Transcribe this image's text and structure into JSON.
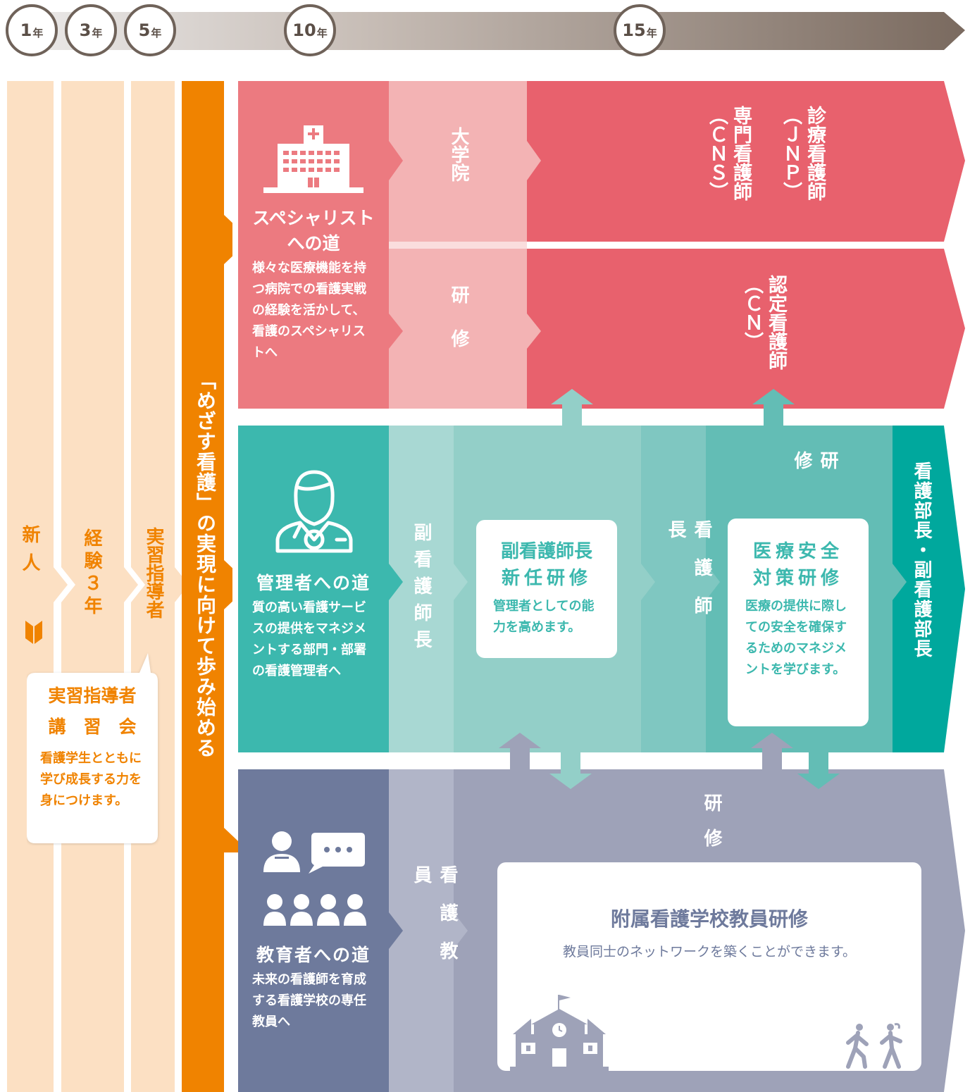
{
  "timeline": {
    "years": [
      {
        "num": "1",
        "unit": "年"
      },
      {
        "num": "3",
        "unit": "年"
      },
      {
        "num": "5",
        "unit": "年"
      },
      {
        "num": "10",
        "unit": "年"
      },
      {
        "num": "15",
        "unit": "年"
      }
    ]
  },
  "stages": {
    "newcomer": "新人",
    "experience": "経験３年",
    "instructor": "実習指導者"
  },
  "instructor_course": {
    "title": "実習指導者",
    "subtitle": "講　習　会",
    "desc": "看護学生とともに学び成長する力を身につけます。"
  },
  "goal_banner": "「めざす看護」の実現に向けて歩み始める",
  "specialist": {
    "title_line1": "スペシャリスト",
    "title_line2": "への道",
    "desc": "様々な医療機能を持つ病院での看護実戦の経験を活かして、看護のスペシャリストへ",
    "grad_school": "大学院",
    "training": "研修",
    "jnp": "診療看護師（ＪＮＰ）",
    "cns": "専門看護師（ＣＮＳ）",
    "cn": "認定看護師（ＣＮ）"
  },
  "manager": {
    "title": "管理者への道",
    "desc": "質の高い看護サービスの提供をマネジメントする部門・部署の看護管理者へ",
    "asst_head_nurse": "副看護師長",
    "course1_title_line1": "副看護師長",
    "course1_title_line2": "新任研修",
    "course1_desc": "管理者としての能力を高めます。",
    "head_nurse": "看護師長",
    "training": "研修",
    "course2_title_line1": "医療安全",
    "course2_title_line2": "対策研修",
    "course2_desc": "医療の提供に際しての安全を確保するためのマネジメントを学びます。",
    "director": "看護部長・副看護部長"
  },
  "educator": {
    "title": "教育者への道",
    "desc": "未来の看護師を育成する看護学校の専任教員へ",
    "teacher": "看護教員",
    "training": "研修",
    "course_title": "附属看護学校教員研修",
    "course_desc": "教員同士のネットワークを築くことができます。"
  },
  "icons": {
    "hospital": "hospital-icon",
    "nurse": "nurse-manager-icon",
    "teacher": "teacher-class-icon",
    "beginner": "beginner-mark-icon",
    "school": "school-building-icon",
    "walkers": "walking-people-icon"
  },
  "colors": {
    "specialist_dark": "#e8616d",
    "specialist_mid": "#ec7a80",
    "specialist_light": "#f3b3b4",
    "manager_dark": "#3cb8ae",
    "manager_light": "#a8d8d3",
    "manager_mid": "#93cfc8",
    "manager_accent": "#00a89d",
    "educator_dark": "#6e7a9c",
    "educator_mid": "#9ea2b8",
    "educator_light": "#b1b5c8",
    "orange": "#f08300",
    "peach": "#fce0c3"
  }
}
